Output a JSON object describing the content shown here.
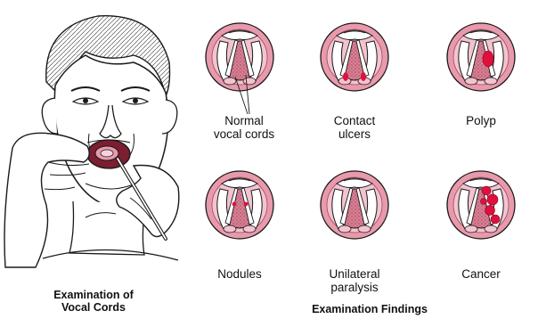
{
  "caption_left": [
    "Examination of",
    "Vocal Cords"
  ],
  "caption_right": "Examination Findings",
  "findings": [
    {
      "id": "normal",
      "label": [
        "Normal",
        "vocal cords"
      ]
    },
    {
      "id": "contact-ulcers",
      "label": [
        "Contact",
        "ulcers"
      ]
    },
    {
      "id": "polyp",
      "label": [
        "Polyp"
      ]
    },
    {
      "id": "nodules",
      "label": [
        "Nodules"
      ]
    },
    {
      "id": "unilateral-paralysis",
      "label": [
        "Unilateral",
        "paralysis"
      ]
    },
    {
      "id": "cancer",
      "label": [
        "Cancer"
      ]
    }
  ],
  "colors": {
    "tissue_pink": "#e89aac",
    "tissue_dark": "#c9607a",
    "lesion_red": "#e0103c",
    "outline": "#1a1a1a"
  }
}
